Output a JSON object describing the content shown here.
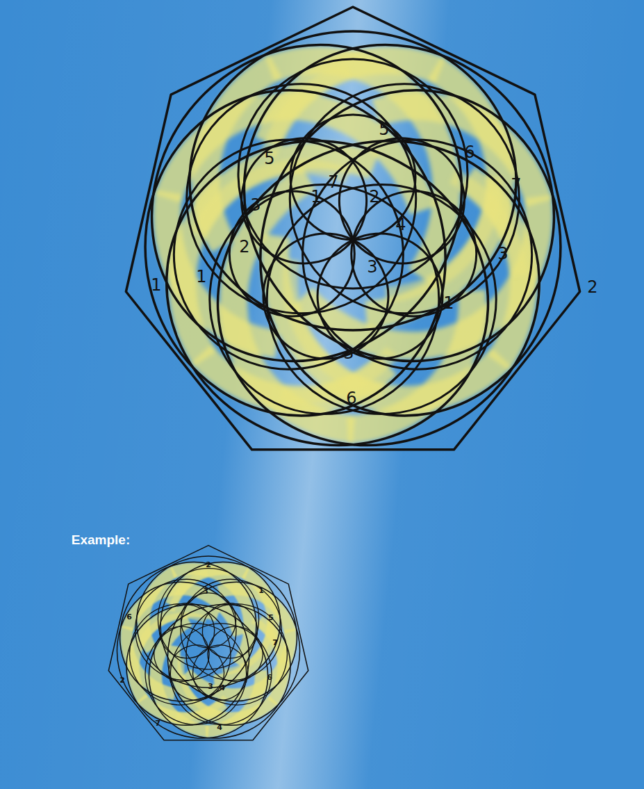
{
  "diagram": {
    "labels": [
      "5",
      "6",
      "5",
      "7",
      "7",
      "1",
      "2",
      "3",
      "4",
      "2",
      "3",
      "3",
      "1",
      "1",
      "2",
      "1",
      "3",
      "6",
      "Example:",
      "2",
      "3",
      "1",
      "6",
      "5",
      "7",
      "6",
      "2",
      "3",
      "4",
      "7",
      "4"
    ]
  }
}
